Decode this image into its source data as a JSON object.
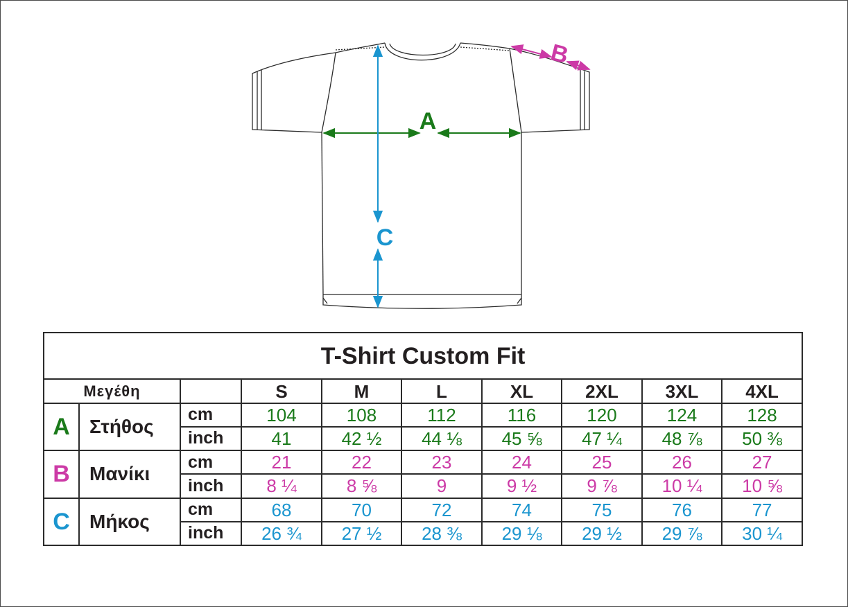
{
  "colors": {
    "A": "#1a7a1a",
    "B": "#cc3aa6",
    "C": "#1a95cf",
    "outline": "#2b2b2b"
  },
  "diagram": {
    "label_a": "A",
    "label_b": "B",
    "label_c": "C"
  },
  "table": {
    "title": "T-Shirt Custom Fit",
    "sizes_label": "Μεγέθη",
    "sizes": [
      "S",
      "M",
      "L",
      "XL",
      "2XL",
      "3XL",
      "4XL"
    ],
    "rows": [
      {
        "letter": "A",
        "name": "Στήθος",
        "color": "#1a7a1a",
        "cm_label": "cm",
        "inch_label": "inch",
        "cm": [
          "104",
          "108",
          "112",
          "116",
          "120",
          "124",
          "128"
        ],
        "inch": [
          "41",
          "42 ½",
          "44 ⅛",
          "45 ⅝",
          "47 ¼",
          "48 ⅞",
          "50 ⅜"
        ]
      },
      {
        "letter": "B",
        "name": "Μανίκι",
        "color": "#cc3aa6",
        "cm_label": "cm",
        "inch_label": "inch",
        "cm": [
          "21",
          "22",
          "23",
          "24",
          "25",
          "26",
          "27"
        ],
        "inch": [
          "8 ¼",
          "8 ⅝",
          "9",
          "9 ½",
          "9 ⅞",
          "10 ¼",
          "10 ⅝"
        ]
      },
      {
        "letter": "C",
        "name": "Μήκος",
        "color": "#1a95cf",
        "cm_label": "cm",
        "inch_label": "inch",
        "cm": [
          "68",
          "70",
          "72",
          "74",
          "75",
          "76",
          "77"
        ],
        "inch": [
          "26 ¾",
          "27 ½",
          "28 ⅜",
          "29 ⅛",
          "29 ½",
          "29 ⅞",
          "30 ¼"
        ]
      }
    ]
  }
}
